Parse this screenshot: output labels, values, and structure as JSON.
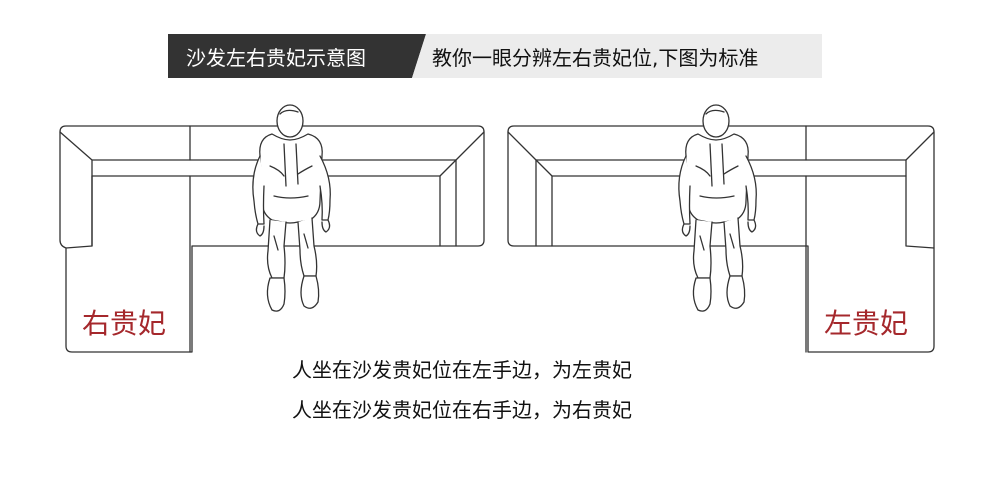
{
  "header": {
    "title": "沙发左右贵妃示意图",
    "subtitle": "教你一眼分辨左右贵妃位,下图为标准"
  },
  "left_sofa": {
    "label": "右贵妃"
  },
  "right_sofa": {
    "label": "左贵妃"
  },
  "captions": [
    "人坐在沙发贵妃位在左手边，为左贵妃",
    "人坐在沙发贵妃位在右手边，为右贵妃"
  ],
  "colors": {
    "header_dark": "#333333",
    "header_light": "#ececec",
    "label_red": "#a5282c",
    "line": "#333333"
  }
}
